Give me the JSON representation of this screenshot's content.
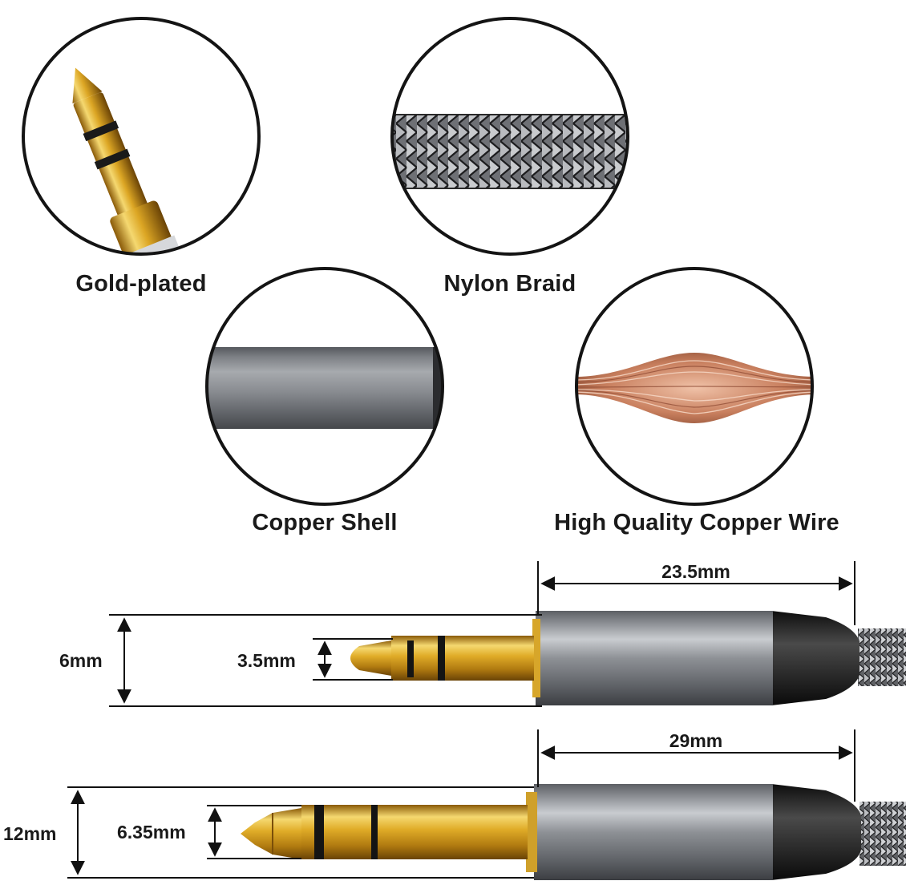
{
  "features": [
    {
      "id": "gold-plated",
      "label": "Gold-plated"
    },
    {
      "id": "nylon-braid",
      "label": "Nylon Braid"
    },
    {
      "id": "copper-shell",
      "label": "Copper Shell"
    },
    {
      "id": "copper-wire",
      "label": "High Quality Copper Wire"
    }
  ],
  "dimensions": {
    "plug_35": {
      "shell_length": "23.5mm",
      "shell_diameter": "6mm",
      "pin_diameter": "3.5mm"
    },
    "plug_635": {
      "shell_length": "29mm",
      "shell_diameter": "12mm",
      "pin_diameter": "6.35mm"
    }
  },
  "colors": {
    "gold": "#d9a521",
    "shell": "#8a8d92",
    "cap": "#1e1e1e",
    "braid": "#9a9ca0",
    "copper": "#c97a5c"
  }
}
